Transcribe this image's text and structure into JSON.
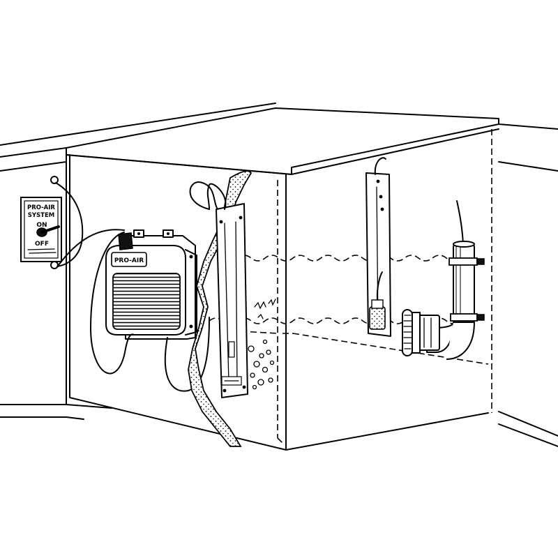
{
  "switch_plate": {
    "heading_line1": "PRO-AIR",
    "heading_line2": "SYSTEM",
    "on_label": "ON",
    "off_label": "OFF"
  },
  "pump": {
    "brand_label": "PRO-AIR"
  }
}
